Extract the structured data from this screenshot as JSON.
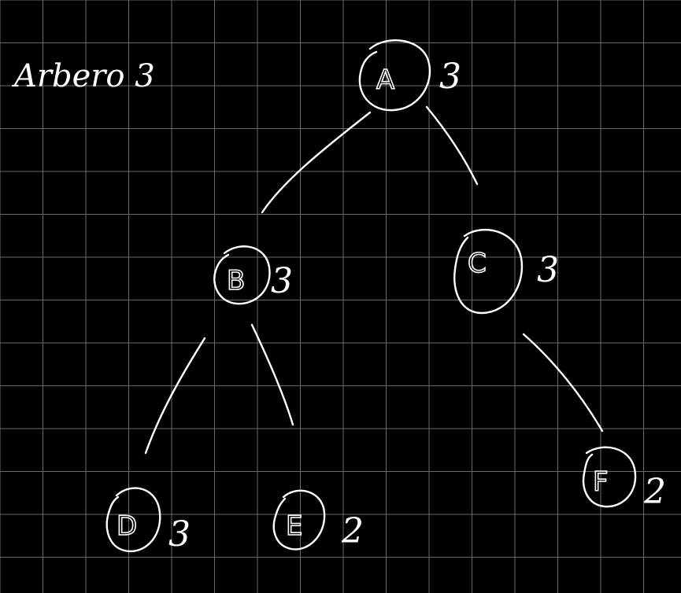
{
  "title": "Arbero 3",
  "colors": {
    "background": "#000000",
    "grid": "#6a6a6a",
    "ink": "#ffffff"
  },
  "tree": {
    "nodes": [
      {
        "id": "A",
        "label": "A",
        "value": "3"
      },
      {
        "id": "B",
        "label": "B",
        "value": "3"
      },
      {
        "id": "C",
        "label": "C",
        "value": "3"
      },
      {
        "id": "D",
        "label": "D",
        "value": "3"
      },
      {
        "id": "E",
        "label": "E",
        "value": "2"
      },
      {
        "id": "F",
        "label": "F",
        "value": "2"
      }
    ],
    "edges": [
      {
        "from": "A",
        "to": "B"
      },
      {
        "from": "A",
        "to": "C"
      },
      {
        "from": "B",
        "to": "D"
      },
      {
        "from": "B",
        "to": "E"
      },
      {
        "from": "C",
        "to": "F"
      }
    ]
  }
}
